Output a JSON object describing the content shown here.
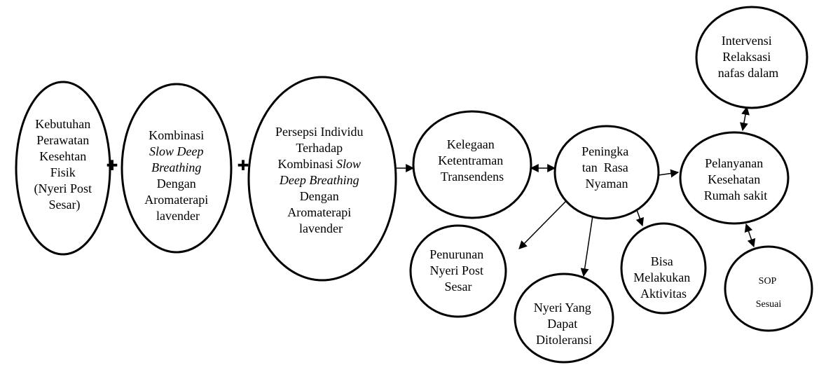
{
  "nodes": {
    "kebutuhan": [
      "Kebutuhan",
      "Perawatan",
      "Kesehtan",
      "Fisik",
      "(Nyeri Post",
      "Sesar)"
    ],
    "kombinasi": [
      {
        "text": "Kombinasi",
        "italic": false
      },
      {
        "text": "Slow Deep",
        "italic": true
      },
      {
        "text": "Breathing",
        "italic": true
      },
      {
        "text": "Dengan",
        "italic": false
      },
      {
        "text": "Aromaterapi",
        "italic": false
      },
      {
        "text": "lavender",
        "italic": false
      }
    ],
    "persepsi": [
      [
        {
          "text": "Persepsi Individu",
          "italic": false
        }
      ],
      [
        {
          "text": "Terhadap",
          "italic": false
        }
      ],
      [
        {
          "text": "Kombinasi ",
          "italic": false
        },
        {
          "text": "Slow",
          "italic": true
        }
      ],
      [
        {
          "text": "Deep Breathing",
          "italic": true
        }
      ],
      [
        {
          "text": "Dengan",
          "italic": false
        }
      ],
      [
        {
          "text": "Aromaterapi",
          "italic": false
        }
      ],
      [
        {
          "text": "lavender",
          "italic": false
        }
      ]
    ],
    "kelegaan": [
      "Kelegaan",
      "Ketentraman",
      "Transendens"
    ],
    "peningkatan": [
      "Peningka",
      "tan  Rasa",
      "Nyaman"
    ],
    "pelayanan": [
      "Pelanyanan",
      "Kesehatan",
      "Rumah sakit"
    ],
    "intervensi": [
      "Intervensi",
      "Relaksasi",
      "nafas dalam"
    ],
    "penurunan": [
      "Penurunan",
      "Nyeri Post",
      "Sesar"
    ],
    "nyeri_toleransi": [
      "Nyeri Yang",
      "Dapat",
      "Ditoleransi"
    ],
    "aktivitas": [
      "Bisa",
      "Melakukan",
      "Aktivitas"
    ],
    "sop": [
      "SOP",
      "Sesuai"
    ]
  },
  "connectors": {
    "plus_1": "✚",
    "plus_2": "✚"
  }
}
